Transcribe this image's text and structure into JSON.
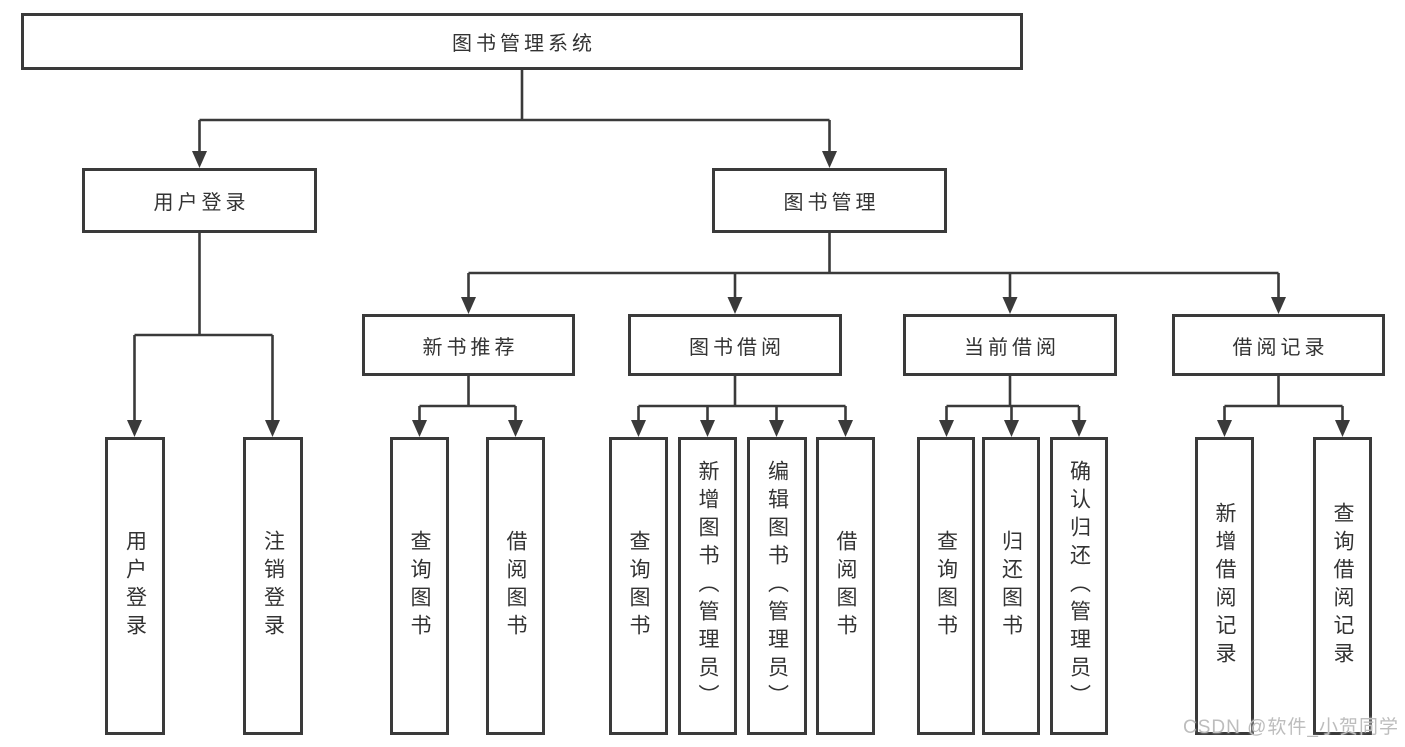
{
  "colors": {
    "line": "#3a3a3a",
    "text": "#333333",
    "background": "#ffffff",
    "watermark": "#bdbdbd"
  },
  "watermark": {
    "text": "CSDN @软件_小贺同学"
  },
  "diagram": {
    "root": {
      "label": "图书管理系统"
    },
    "branches": {
      "user_login": {
        "label": "用户登录",
        "children": [
          "用户登录",
          "注销登录"
        ]
      },
      "book_mgmt": {
        "label": "图书管理"
      }
    },
    "modules": [
      {
        "label": "新书推荐",
        "children": [
          "查询图书",
          "借阅图书"
        ]
      },
      {
        "label": "图书借阅",
        "children": [
          "查询图书",
          "新增图书（管理员）",
          "编辑图书（管理员）",
          "借阅图书"
        ]
      },
      {
        "label": "当前借阅",
        "children": [
          "查询图书",
          "归还图书",
          "确认归还（管理员）"
        ]
      },
      {
        "label": "借阅记录",
        "children": [
          "新增借阅记录",
          "查询借阅记录"
        ]
      }
    ]
  }
}
